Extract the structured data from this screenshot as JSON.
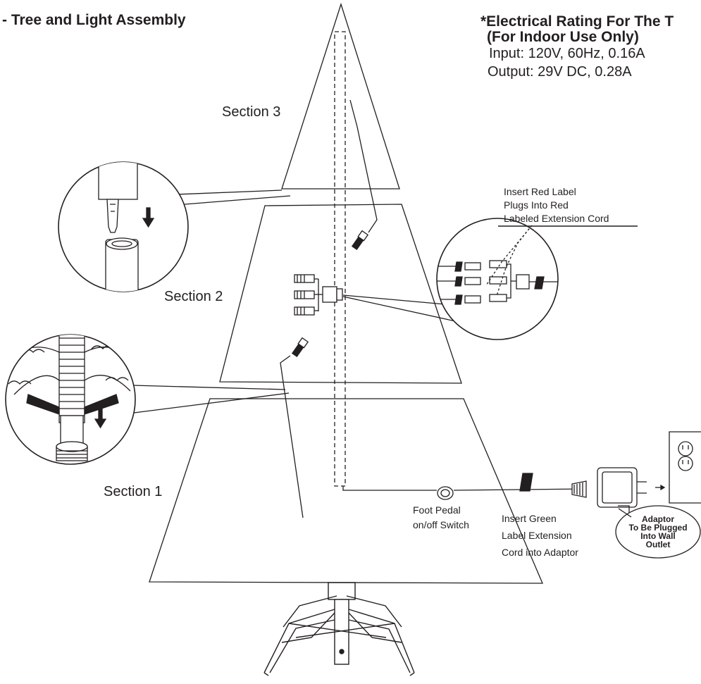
{
  "title": "- Tree and Light Assembly",
  "rating": {
    "heading": "*Electrical Rating For The T",
    "scope": "(For Indoor Use Only)",
    "input": "Input: 120V, 60Hz, 0.16A",
    "output": "Output: 29V DC, 0.28A"
  },
  "sections": {
    "section3": "Section 3",
    "section2": "Section 2",
    "section1": "Section 1"
  },
  "callouts": {
    "red_label": [
      "Insert Red Label",
      "Plugs Into Red",
      "Labeled Extension Cord"
    ],
    "foot_pedal": [
      "Foot Pedal",
      "on/off Switch"
    ],
    "green_label": [
      "Insert Green",
      "Label Extension",
      "Cord into Adaptor"
    ],
    "adaptor": [
      "Adaptor",
      "To Be Plugged",
      "Into Wall",
      "Outlet"
    ]
  }
}
